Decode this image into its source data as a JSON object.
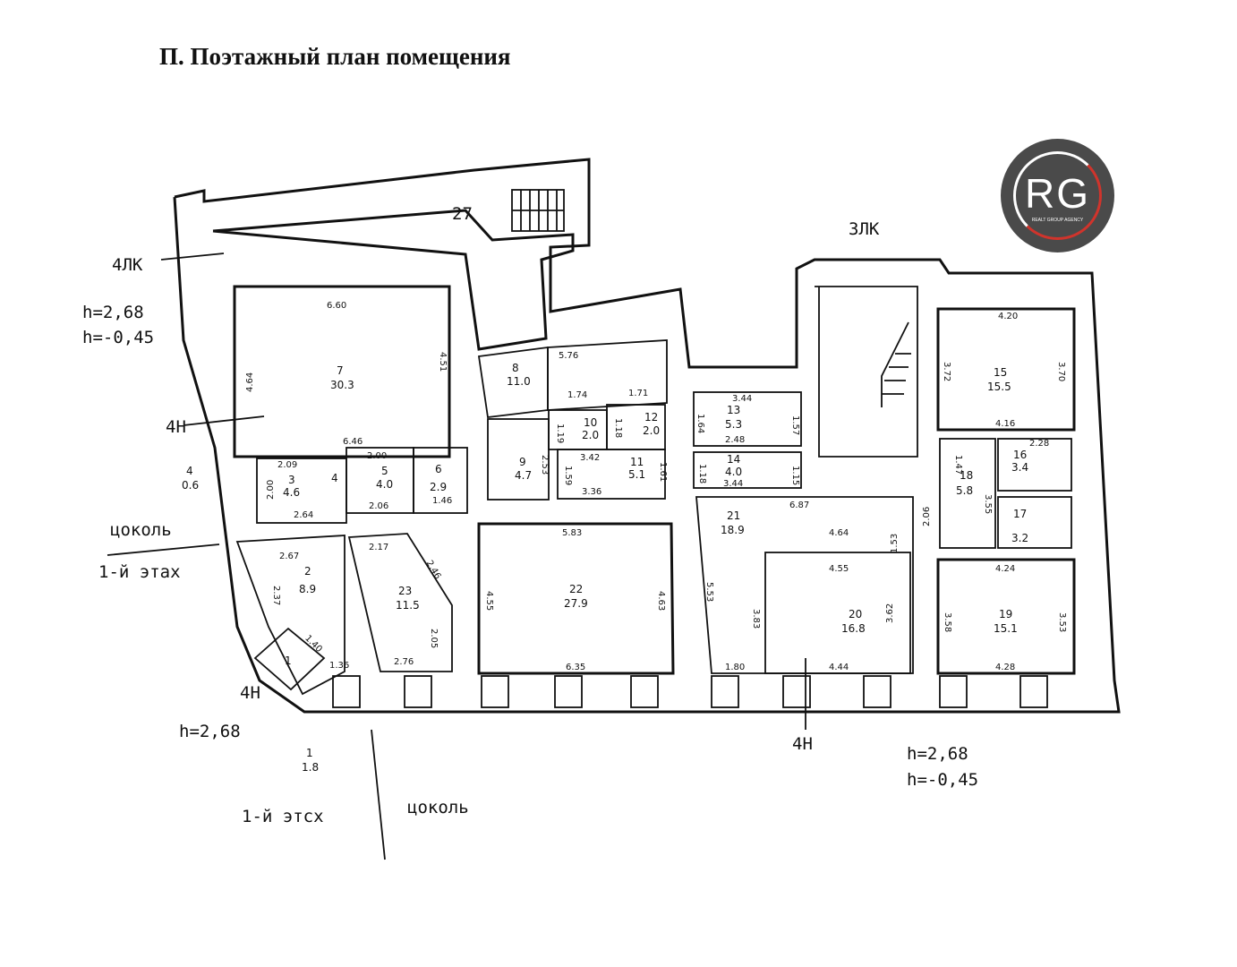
{
  "title": "П. Поэтажный план помещения",
  "logo": {
    "mark": "RG",
    "subtitle": "REALT GROUP AGENCY"
  },
  "labels": {
    "lk4": "4ЛК",
    "lk3": "3ЛК",
    "n27": "27",
    "h_left_1": "h=2,68",
    "h_left_2": "h=-0,45",
    "n4h_left": "4Н",
    "n4h_bottom_left": "4Н",
    "n4h_bottom": "4Н",
    "tsokol_left": "цоколь",
    "floor_left": "1-й этах",
    "h_bottom": "h=2,68",
    "h_right_1": "h=2,68",
    "h_right_2": "h=-0,45",
    "floor_bottom": "1-й этсх",
    "tsokol_bottom": "цоколь"
  },
  "rooms": [
    {
      "num": "7",
      "area": "30.3"
    },
    {
      "num": "8",
      "area": "11.0"
    },
    {
      "num": "3",
      "area": "4.6"
    },
    {
      "num": "4",
      "area": ""
    },
    {
      "num": "5",
      "area": "4.0"
    },
    {
      "num": "6",
      "area": "2.9"
    },
    {
      "num": "9",
      "area": "4.7"
    },
    {
      "num": "10",
      "area": "2.0"
    },
    {
      "num": "11",
      "area": "5.1"
    },
    {
      "num": "12",
      "area": "2.0"
    },
    {
      "num": "13",
      "area": "5.3"
    },
    {
      "num": "14",
      "area": "4.0"
    },
    {
      "num": "15",
      "area": "15.5"
    },
    {
      "num": "16",
      "area": "3.4"
    },
    {
      "num": "17",
      "area": "3.2"
    },
    {
      "num": "18",
      "area": "5.8"
    },
    {
      "num": "2",
      "area": "8.9"
    },
    {
      "num": "23",
      "area": "11.5"
    },
    {
      "num": "22",
      "area": "27.9"
    },
    {
      "num": "21",
      "area": "18.9"
    },
    {
      "num": "20",
      "area": "16.8"
    },
    {
      "num": "19",
      "area": "15.1"
    },
    {
      "num": "1",
      "area": ""
    },
    {
      "num": "4",
      "area": "0.6"
    },
    {
      "num": "1",
      "area": "1.8"
    }
  ],
  "dims": [
    "6.60",
    "4.64",
    "4.51",
    "6.46",
    "2.09",
    "2.00",
    "2.64",
    "2.00",
    "2.06",
    "1.46",
    "5.76",
    "1.74",
    "1.71",
    "3.42",
    "3.36",
    "2.53",
    "1.19",
    "1.18",
    "1.59",
    "1.61",
    "3.44",
    "1.64",
    "1.57",
    "2.48",
    "1.18",
    "1.15",
    "3.44",
    "6.87",
    "4.20",
    "3.72",
    "3.70",
    "4.16",
    "2.28",
    "1.47",
    "3.55",
    "2.06",
    "4.24",
    "3.58",
    "3.53",
    "4.28",
    "5.83",
    "4.55",
    "4.63",
    "6.35",
    "4.64",
    "1.53",
    "4.55",
    "5.53",
    "3.83",
    "3.62",
    "1.80",
    "4.44",
    "2.67",
    "2.37",
    "2.17",
    "2.46",
    "2.05",
    "2.76",
    "1.36",
    "1.40"
  ]
}
